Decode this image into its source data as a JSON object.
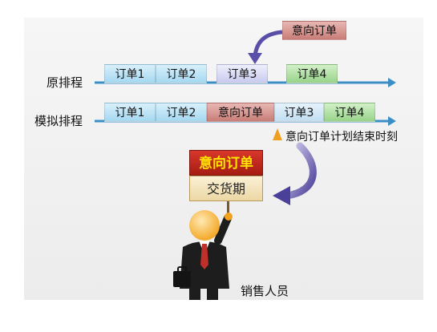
{
  "rows": {
    "original_label": "原排程",
    "simulated_label": "模拟排程"
  },
  "original_blocks": [
    {
      "label": "订单1",
      "color": "#a5d8f0"
    },
    {
      "label": "订单2",
      "color": "#a5d8f0"
    },
    {
      "label": "订单3",
      "color": "#c9cbef"
    },
    {
      "label": "订单4",
      "color": "#98d48a"
    }
  ],
  "simulated_blocks": [
    {
      "label": "订单1",
      "color": "#a5d8f0"
    },
    {
      "label": "订单2",
      "color": "#a5d8f0"
    },
    {
      "label": "意向订单",
      "color": "#c97d77"
    },
    {
      "label": "订单3",
      "color": "#c2def1"
    },
    {
      "label": "订单4",
      "color": "#98d48a"
    }
  ],
  "incoming_order_label": "意向订单",
  "marker_caption": "意向订单计划结束时刻",
  "sign": {
    "title": "意向订单",
    "subtitle": "交货期"
  },
  "person_caption": "销售人员",
  "colors": {
    "timeline": "#3b8fc6",
    "arrow": "#5a4fa8",
    "marker": "#f0a020"
  }
}
